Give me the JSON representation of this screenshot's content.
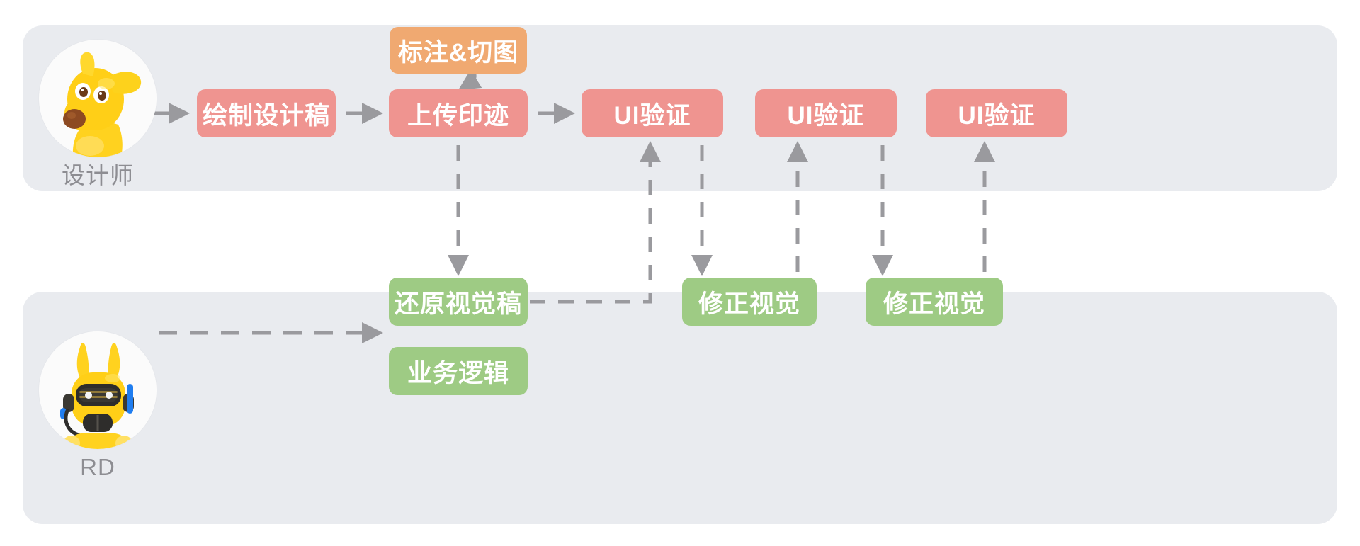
{
  "diagram": {
    "title_present": false,
    "colors": {
      "lane_bg": "#e9ebef",
      "node_red": "#ef9490",
      "node_orange": "#f0a971",
      "node_green": "#9ecb84",
      "connector": "#9a9a9e",
      "label_text": "#8d8d92",
      "node_text": "#ffffff",
      "canvas_bg": "#ffffff"
    },
    "lanes": [
      {
        "id": "designer",
        "label": "设计师",
        "avatar": "dog-avatar"
      },
      {
        "id": "rd",
        "label": "RD",
        "avatar": "robot-rabbit-avatar"
      }
    ],
    "nodes": [
      {
        "id": "annotate",
        "label": "标注&切图",
        "color": "orange",
        "lane": "designer"
      },
      {
        "id": "draw",
        "label": "绘制设计稿",
        "color": "red",
        "lane": "designer"
      },
      {
        "id": "upload",
        "label": "上传印迹",
        "color": "red",
        "lane": "designer"
      },
      {
        "id": "ui1",
        "label": "UI验证",
        "color": "red",
        "lane": "designer"
      },
      {
        "id": "ui2",
        "label": "UI验证",
        "color": "red",
        "lane": "designer"
      },
      {
        "id": "ui3",
        "label": "UI验证",
        "color": "red",
        "lane": "designer"
      },
      {
        "id": "restore",
        "label": "还原视觉稿",
        "color": "green",
        "lane": "rd"
      },
      {
        "id": "logic",
        "label": "业务逻辑",
        "color": "green",
        "lane": "rd"
      },
      {
        "id": "fix1",
        "label": "修正视觉",
        "color": "green",
        "lane": "rd"
      },
      {
        "id": "fix2",
        "label": "修正视觉",
        "color": "green",
        "lane": "rd"
      }
    ],
    "connectors": [
      {
        "from": "designer-avatar",
        "to": "draw",
        "style": "dashed",
        "direction": "right"
      },
      {
        "from": "draw",
        "to": "upload",
        "style": "dashed",
        "direction": "right"
      },
      {
        "from": "annotate",
        "to": "upload",
        "style": "solid-curve",
        "direction": "down"
      },
      {
        "from": "upload",
        "to": "ui1",
        "style": "dashed",
        "direction": "right"
      },
      {
        "from": "upload",
        "to": "restore",
        "style": "dashed",
        "direction": "down"
      },
      {
        "from": "rd-avatar",
        "to": "restore",
        "style": "dashed",
        "direction": "right"
      },
      {
        "from": "restore",
        "to": "ui1",
        "style": "dashed",
        "direction": "right-up"
      },
      {
        "from": "ui1",
        "to": "fix1",
        "style": "dashed",
        "direction": "down"
      },
      {
        "from": "fix1",
        "to": "ui2",
        "style": "dashed",
        "direction": "up"
      },
      {
        "from": "ui2",
        "to": "fix2",
        "style": "dashed",
        "direction": "down"
      },
      {
        "from": "fix2",
        "to": "ui3",
        "style": "dashed",
        "direction": "up"
      }
    ]
  }
}
